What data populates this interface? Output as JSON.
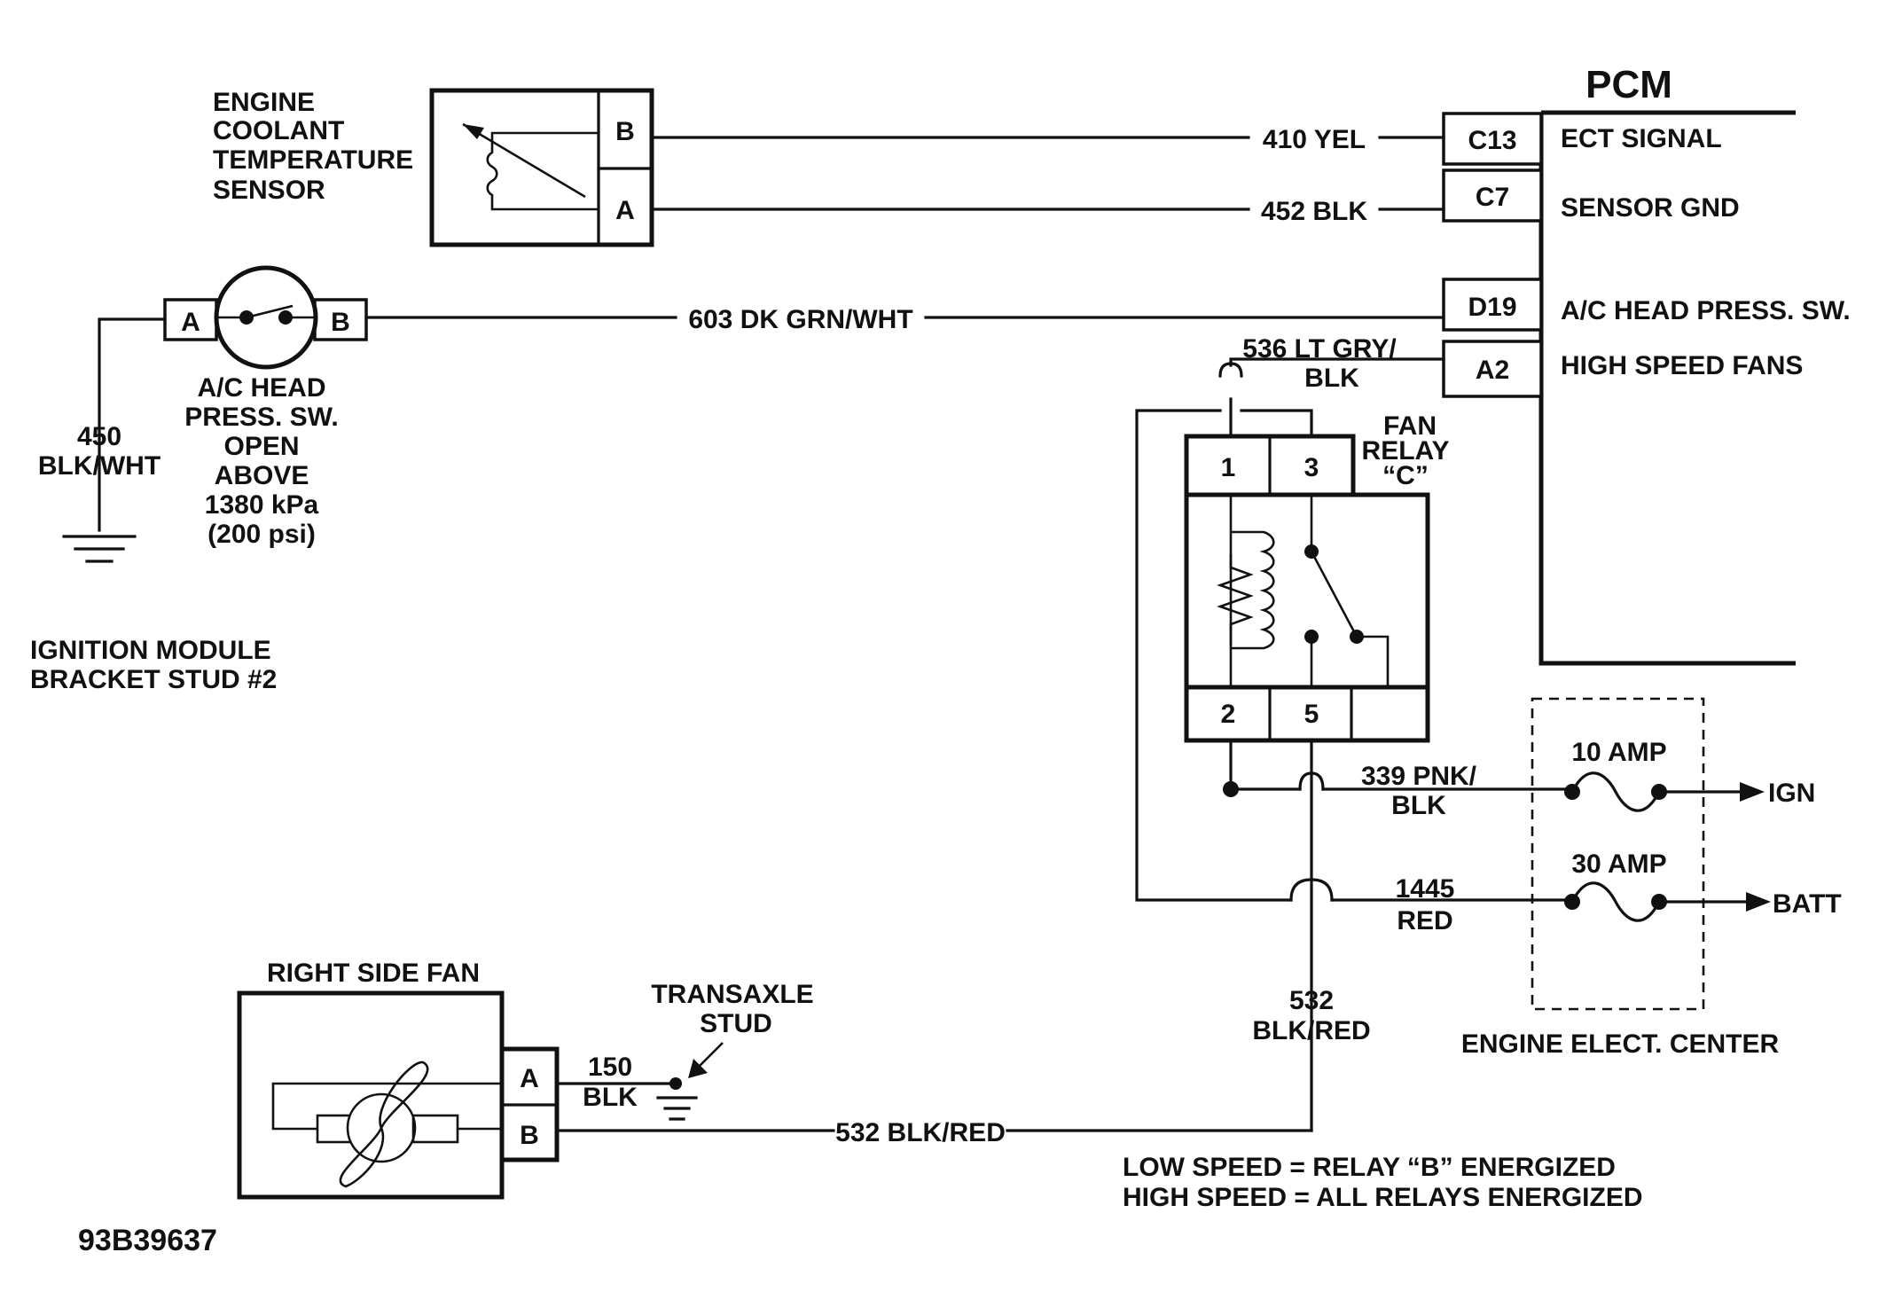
{
  "pcm": {
    "title": "PCM",
    "pins": {
      "c13": "C13",
      "c7": "C7",
      "d19": "D19",
      "a2": "A2"
    },
    "signals": {
      "c13": "ECT SIGNAL",
      "c7": "SENSOR GND",
      "d19": "A/C HEAD PRESS. SW.",
      "a2": "HIGH SPEED FANS"
    }
  },
  "ect_sensor": {
    "label_lines": [
      "ENGINE",
      "COOLANT",
      "TEMPERATURE",
      "SENSOR"
    ],
    "pin_b": "B",
    "pin_a": "A"
  },
  "ac_switch": {
    "pin_a": "A",
    "pin_b": "B",
    "label_lines": [
      "A/C HEAD",
      "PRESS. SW.",
      "OPEN",
      "ABOVE",
      "1380 kPa",
      "(200 psi)"
    ]
  },
  "ground_450": {
    "label_lines": [
      "450",
      "BLK/WHT"
    ],
    "location_lines": [
      "IGNITION MODULE",
      "BRACKET STUD  #2"
    ]
  },
  "fan_relay": {
    "label_lines": [
      "FAN",
      "RELAY",
      "“C”"
    ],
    "pins": {
      "p1": "1",
      "p3": "3",
      "p2": "2",
      "p5": "5"
    }
  },
  "wires": {
    "w410": "410 YEL",
    "w452": "452 BLK",
    "w603": "603 DK GRN/WHT",
    "w536_lines": [
      "536 LT GRY/",
      "BLK"
    ],
    "w339_lines": [
      "339 PNK/",
      "BLK"
    ],
    "w1445_lines": [
      "1445",
      "RED"
    ],
    "w532_lines": [
      "532",
      "BLK/RED"
    ],
    "w532_bottom": "532 BLK/RED",
    "w150_lines": [
      "150",
      "BLK"
    ]
  },
  "fuses": {
    "fuse10": "10 AMP",
    "fuse30": "30 AMP",
    "ign": "IGN",
    "batt": "BATT",
    "center": "ENGINE ELECT. CENTER"
  },
  "right_fan": {
    "title": "RIGHT SIDE FAN",
    "pin_a": "A",
    "pin_b": "B"
  },
  "transaxle": {
    "label_lines": [
      "TRANSAXLE",
      "STUD"
    ]
  },
  "notes": [
    "LOW SPEED = RELAY “B” ENERGIZED",
    "HIGH SPEED = ALL RELAYS ENERGIZED"
  ],
  "figure_id": "93B39637"
}
